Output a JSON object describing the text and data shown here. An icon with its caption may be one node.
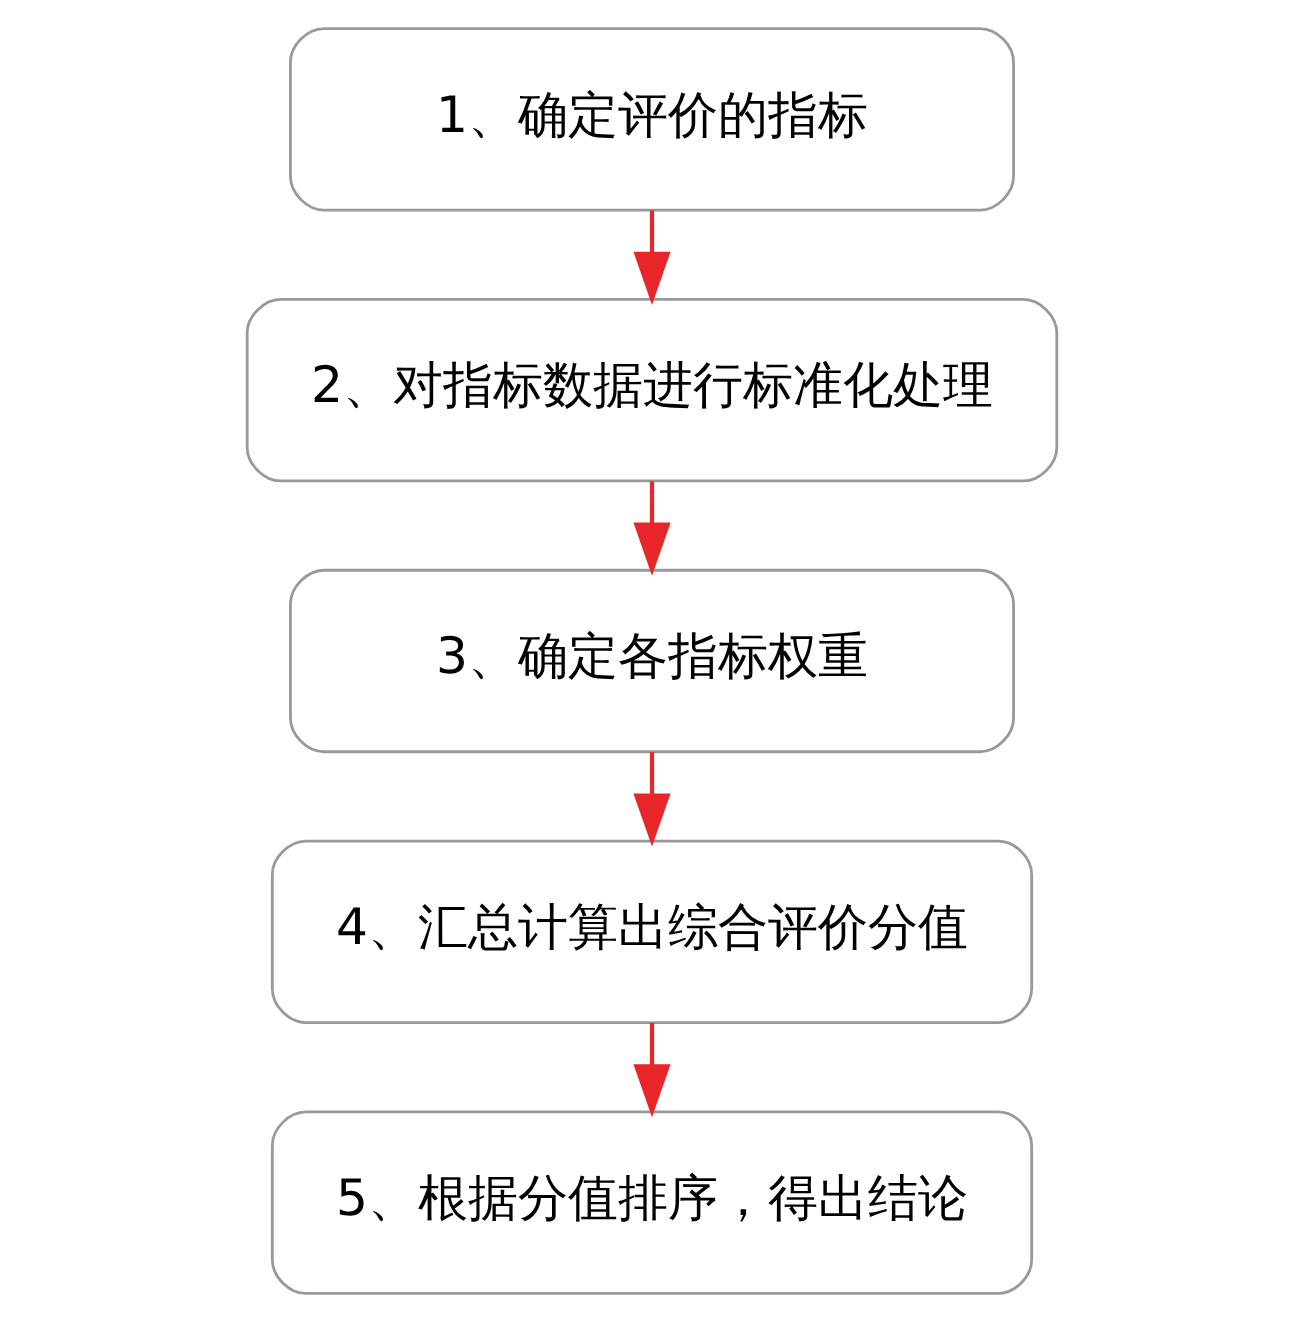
{
  "diagram": {
    "nodes": [
      {
        "text": [
          "1、确定评价的指标"
        ]
      },
      {
        "text": [
          "2、对指标数据进行标准化处理"
        ]
      },
      {
        "text": [
          "3、确定各指标权重"
        ]
      },
      {
        "text": [
          "4、汇总计算出综合评价分值"
        ]
      },
      {
        "text": [
          "5、根据分值排序，得出结论"
        ]
      }
    ],
    "edges": [
      {
        "from": 0,
        "to": 1,
        "arrow": "to"
      },
      {
        "from": 1,
        "to": 2,
        "arrow": "to"
      },
      {
        "from": 2,
        "to": 3,
        "arrow": "to"
      },
      {
        "from": 3,
        "to": 4,
        "arrow": "to"
      }
    ]
  }
}
